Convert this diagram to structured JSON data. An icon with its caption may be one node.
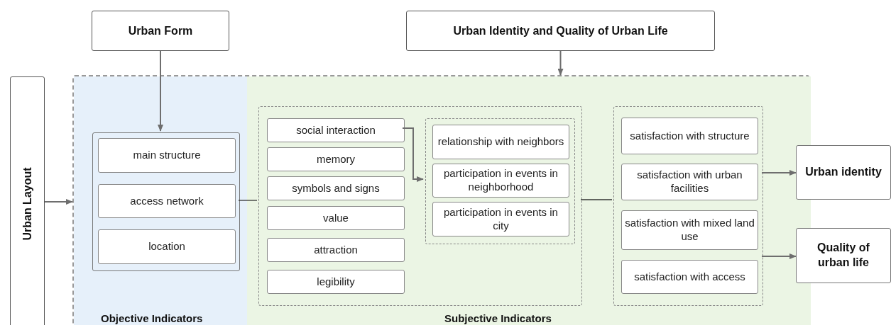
{
  "diagram": {
    "nodes": [
      {
        "text": [
          "Urban Form"
        ]
      },
      {
        "text": [
          "Urban Identity and Quality of Urban Life"
        ]
      },
      {
        "text": [
          "Urban Layout"
        ]
      },
      {
        "text": [],
        "shape": "box"
      },
      {
        "text": [
          "Objective Indicators"
        ],
        "in": 3
      },
      {
        "text": [],
        "shape": "box",
        "in": 4
      },
      {
        "text": [
          "main structure"
        ],
        "in": 5
      },
      {
        "text": [
          "access network"
        ],
        "in": 5
      },
      {
        "text": [
          "location"
        ],
        "in": 5
      },
      {
        "text": [
          "Subjective Indicators"
        ],
        "in": 3
      },
      {
        "text": [],
        "shape": "box",
        "in": 9
      },
      {
        "text": [
          "social interaction"
        ],
        "in": 10
      },
      {
        "text": [
          "memory"
        ],
        "in": 10
      },
      {
        "text": [
          "symbols and signs"
        ],
        "in": 10
      },
      {
        "text": [
          "value"
        ],
        "in": 10
      },
      {
        "text": [
          "attraction"
        ],
        "in": 10
      },
      {
        "text": [
          "legibility"
        ],
        "in": 10
      },
      {
        "text": [],
        "shape": "box",
        "in": 10
      },
      {
        "text": [
          "relationship with neighbors"
        ],
        "in": 17
      },
      {
        "text": [
          "participation in events in neighborhood"
        ],
        "in": 17
      },
      {
        "text": [
          "participation in events in city"
        ],
        "in": 17
      },
      {
        "text": [],
        "shape": "box",
        "in": 9
      },
      {
        "text": [
          "satisfaction with structure"
        ],
        "in": 21
      },
      {
        "text": [
          "satisfaction with urban facilities"
        ],
        "in": 21
      },
      {
        "text": [
          "satisfaction with mixed land use"
        ],
        "in": 21
      },
      {
        "text": [
          "satisfaction with access"
        ],
        "in": 21
      },
      {
        "text": [
          "Urban identity"
        ]
      },
      {
        "text": [
          "Quality of urban life"
        ]
      }
    ],
    "edges": [
      {
        "from": 0,
        "to": 5,
        "arrow": "to"
      },
      {
        "from": 1,
        "to": 3,
        "arrow": "to"
      },
      {
        "from": 2,
        "to": 3,
        "arrow": "to"
      },
      {
        "from": 5,
        "to": 10,
        "arrow": "none"
      },
      {
        "from": 11,
        "to": 17,
        "arrow": "to"
      },
      {
        "from": 10,
        "to": 21,
        "arrow": "none"
      },
      {
        "from": 21,
        "to": 26,
        "arrow": "to"
      },
      {
        "from": 21,
        "to": 27,
        "arrow": "to"
      }
    ]
  }
}
